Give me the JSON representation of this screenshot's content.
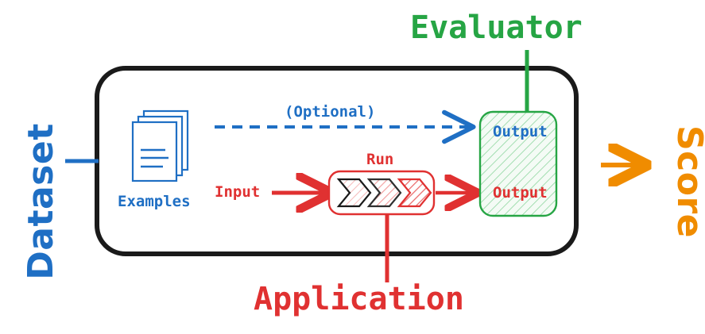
{
  "diagram": {
    "title_labels": {
      "dataset": "Dataset",
      "evaluator": "Evaluator",
      "application": "Application",
      "score": "Score"
    },
    "nodes": {
      "examples": "Examples",
      "optional": "(Optional)",
      "input": "Input",
      "run": "Run",
      "output_reference": "Output",
      "output_actual": "Output"
    },
    "colors": {
      "blue": "#1f6fc4",
      "red": "#e03131",
      "green": "#26a544",
      "orange": "#f08c00",
      "black": "#1a1a1a",
      "output_box_fill": "#eef9f0",
      "chevron_fill_1": "#fdeaea",
      "chevron_fill_2": "#fadcdc",
      "chevron_fill_3": "#f7cccc"
    },
    "icons": {
      "examples": "document-stack-icon",
      "run": "chevron-pipeline-icon"
    }
  }
}
